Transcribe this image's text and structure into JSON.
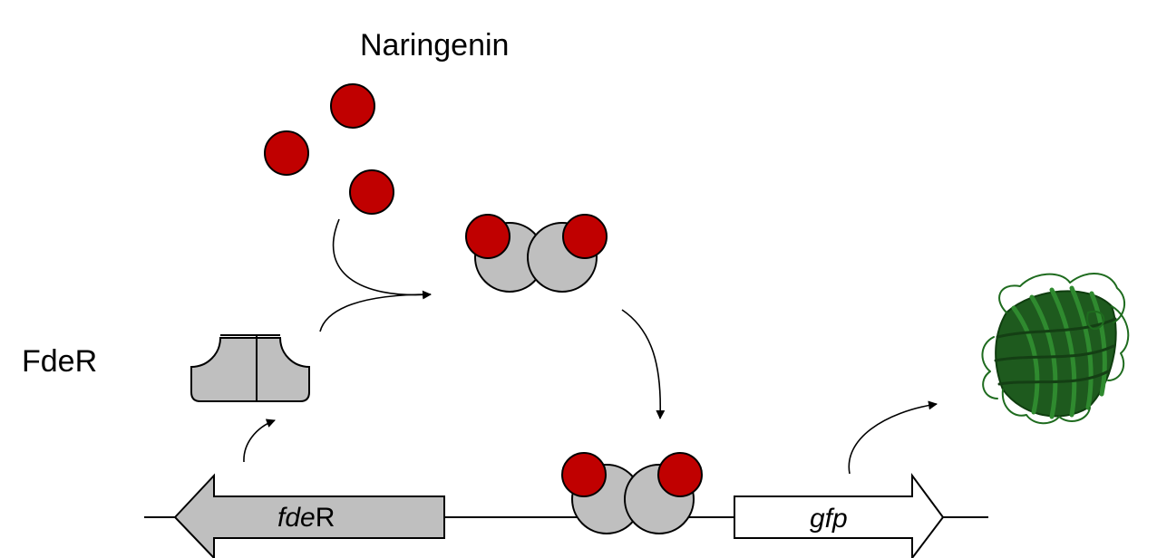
{
  "labels": {
    "ligand": "Naringenin",
    "regulator": "FdeR"
  },
  "genes": {
    "regulator_gene_italic": "fde",
    "regulator_gene_suffix": "R",
    "reporter_gene": "gfp"
  },
  "colors": {
    "ligand": "#c00000",
    "protein": "#bfbfbf",
    "gene_fill_regulator": "#bfbfbf",
    "gene_fill_reporter": "#ffffff",
    "gfp_structure": "#1e6b1e",
    "outline": "#000000"
  },
  "icons": {
    "reporter_product": "gfp-beta-barrel-structure"
  }
}
